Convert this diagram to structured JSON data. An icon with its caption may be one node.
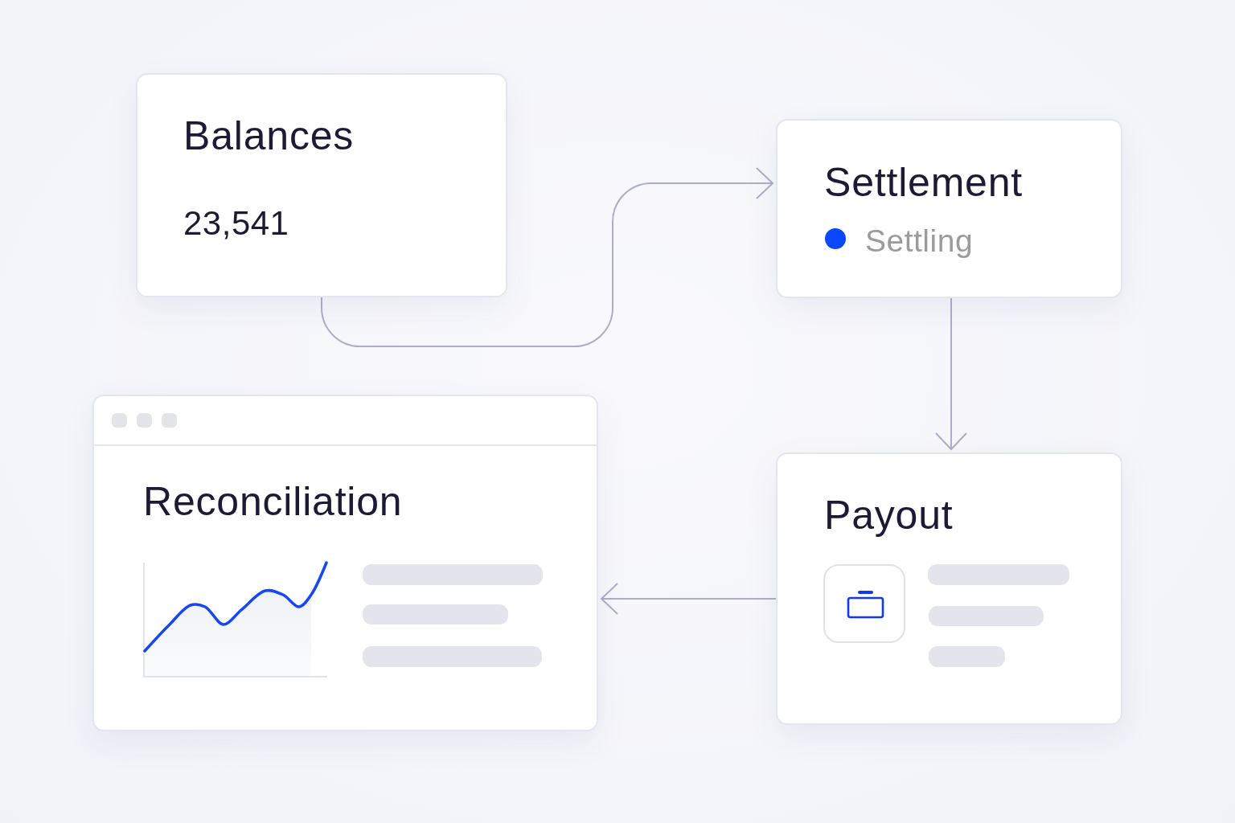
{
  "diagram": {
    "nodes": [
      {
        "text": [
          "Balances",
          "23,541"
        ]
      },
      {
        "text": [
          "Settlement",
          "Settling"
        ]
      },
      {
        "text": [
          "Reconciliation"
        ]
      },
      {
        "text": [
          "Payout"
        ]
      }
    ],
    "edges": [
      {
        "from": 0,
        "to": 1,
        "arrow": "to"
      },
      {
        "from": 1,
        "to": 3,
        "arrow": "to"
      },
      {
        "from": 3,
        "to": 2,
        "arrow": "to"
      }
    ]
  }
}
